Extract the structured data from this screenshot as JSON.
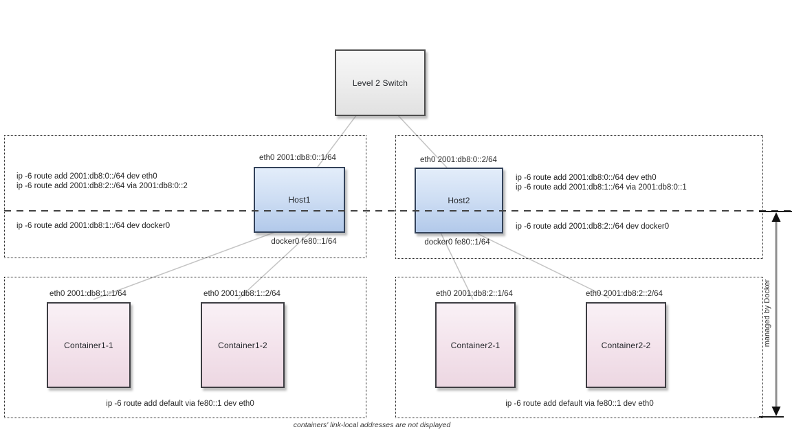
{
  "diagram": {
    "switch_label": "Level 2 Switch",
    "caption": "containers' link-local addresses are not displayed",
    "managed_by_label": "managed by Docker"
  },
  "hosts": [
    {
      "name": "Host1",
      "eth0": "eth0 2001:db8:0::1/64",
      "docker0": "docker0 fe80::1/64",
      "route_eth_1": "ip -6 route add 2001:db8:0::/64 dev eth0",
      "route_eth_2": "ip -6 route add 2001:db8:2::/64 via 2001:db8:0::2",
      "route_docker": "ip -6 route add 2001:db8:1::/64 dev docker0"
    },
    {
      "name": "Host2",
      "eth0": "eth0 2001:db8:0::2/64",
      "docker0": "docker0 fe80::1/64",
      "route_eth_1": "ip -6 route add 2001:db8:0::/64 dev eth0",
      "route_eth_2": "ip -6 route add 2001:db8:1::/64 via 2001:db8:0::1",
      "route_docker": "ip -6 route add 2001:db8:2::/64 dev docker0"
    }
  ],
  "containers": [
    {
      "name": "Container1-1",
      "eth0": "eth0 2001:db8:1::1/64"
    },
    {
      "name": "Container1-2",
      "eth0": "eth0 2001:db8:1::2/64"
    },
    {
      "name": "Container2-1",
      "eth0": "eth0 2001:db8:2::1/64"
    },
    {
      "name": "Container2-2",
      "eth0": "eth0 2001:db8:2::2/64"
    }
  ],
  "container_groups": [
    {
      "default_route": "ip -6 route add default via fe80::1 dev eth0"
    },
    {
      "default_route": "ip -6 route add default via fe80::1 dev eth0"
    }
  ],
  "colors": {
    "host_fill_top": "#e3edfa",
    "host_fill_bottom": "#b2c9ea",
    "host_border": "#33425a",
    "container_fill_top": "#f9f1f6",
    "container_fill_bottom": "#ecd7e2",
    "switch_fill": "#ececec",
    "dashed_line": "#3f3f3f",
    "link_line": "#c4c4c4"
  }
}
